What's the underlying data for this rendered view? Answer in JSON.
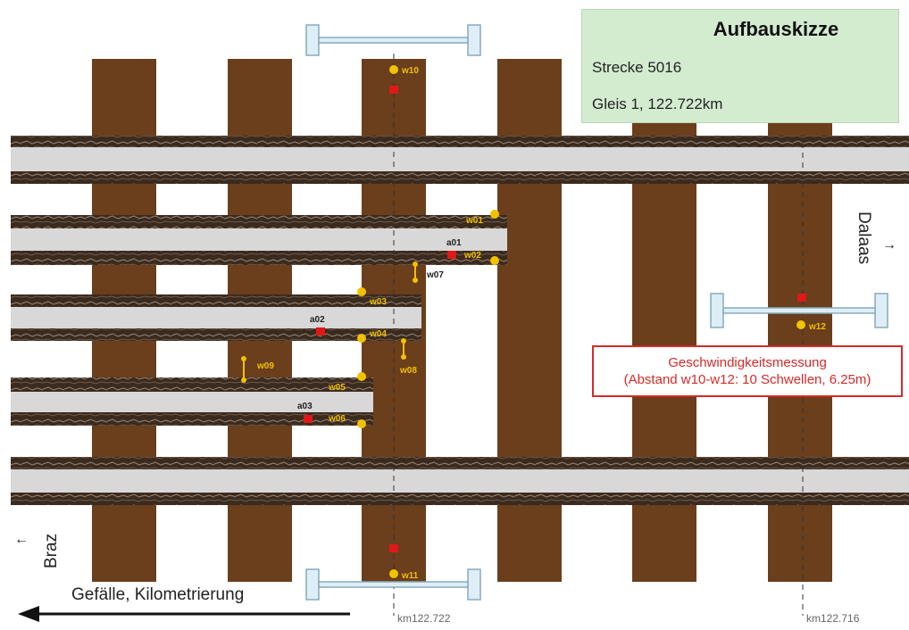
{
  "title": "Aufbauskizze",
  "route": "Strecke 5016",
  "track": "Gleis 1, 122.722km",
  "speed_box": {
    "line1": "Geschwindigkeitsmessung",
    "line2": "(Abstand w10-w12: 10 Schwellen, 6.25m)"
  },
  "direction_right": "Dalaas",
  "direction_left": "Braz",
  "direction_arrow_right": "→",
  "direction_arrow_left": "←",
  "slope_label": "Gefälle, Kilometrierung",
  "km_marks": [
    "km122.722",
    "km122.716"
  ],
  "sensors": {
    "w01": "w01",
    "w02": "w02",
    "w03": "w03",
    "w04": "w04",
    "w05": "w05",
    "w06": "w06",
    "w07": "w07",
    "w08": "w08",
    "w09": "w09",
    "w10": "w10",
    "w11": "w11",
    "w12": "w12",
    "a01": "a01",
    "a02": "a02",
    "a03": "a03"
  },
  "colors": {
    "sleeper": "#6b3e1c",
    "rail_head": "#d8d8d8",
    "rail_edge": "#3a2a1c",
    "sensor_yellow": "#f2c200",
    "sensor_red": "#e01818",
    "title_bg": "#d3ecd0",
    "speed_border": "#d42a2a"
  }
}
